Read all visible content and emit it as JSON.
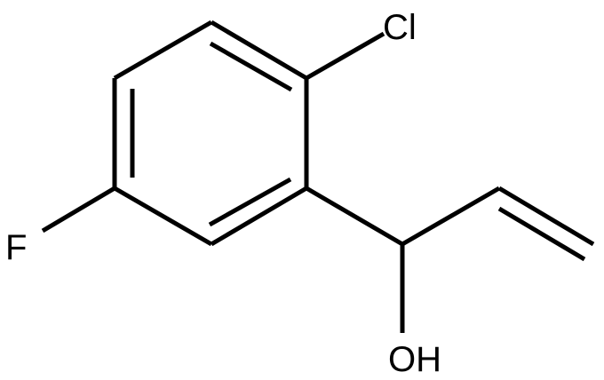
{
  "structure": {
    "atoms": {
      "cl": "Cl",
      "f": "F",
      "oh": "OH"
    },
    "colors": {
      "bond": "#000000",
      "label": "#000000",
      "background": "#ffffff"
    }
  }
}
